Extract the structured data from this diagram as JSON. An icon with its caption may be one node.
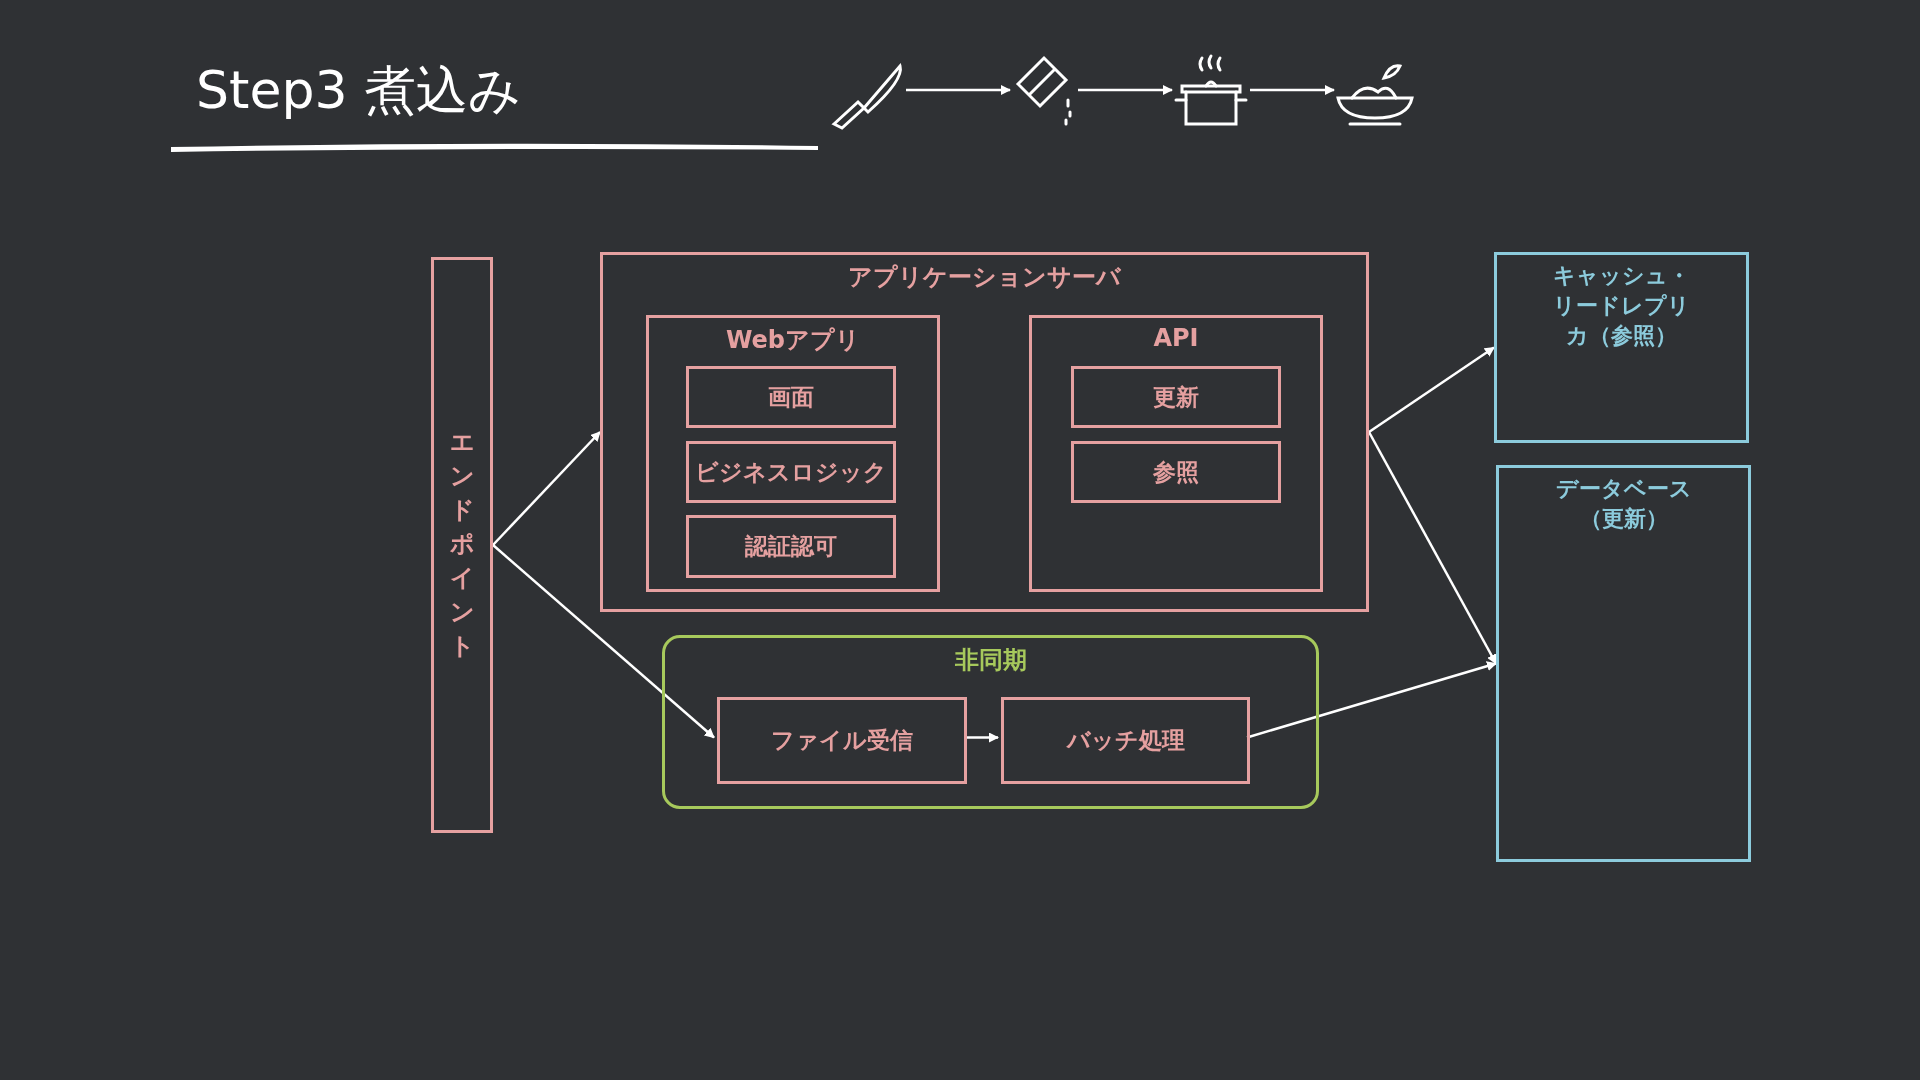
{
  "diagram": {
    "title": "Step3 煮込み",
    "nodes": [
      {
        "text": [],
        "shape": "picture"
      },
      {
        "text": [],
        "shape": "picture"
      },
      {
        "text": [],
        "shape": "picture"
      },
      {
        "text": [],
        "shape": "picture"
      },
      {
        "text": [
          "エンドポイント"
        ]
      },
      {
        "text": [
          "アプリケーションサーバ"
        ]
      },
      {
        "text": [
          "Webアプリ"
        ],
        "in": 5
      },
      {
        "text": [
          "画面"
        ],
        "in": 6
      },
      {
        "text": [
          "ビジネスロジック"
        ],
        "in": 6
      },
      {
        "text": [
          "認証認可"
        ],
        "in": 6
      },
      {
        "text": [
          "API"
        ],
        "in": 5
      },
      {
        "text": [
          "更新"
        ],
        "in": 10
      },
      {
        "text": [
          "参照"
        ],
        "in": 10
      },
      {
        "text": [
          "非同期"
        ]
      },
      {
        "text": [
          "ファイル受信"
        ],
        "in": 13
      },
      {
        "text": [
          "バッチ処理"
        ],
        "in": 13
      },
      {
        "text": [
          "キャッシュ・リードレプリカ（参照）"
        ]
      },
      {
        "text": [
          "データベース（更新）"
        ]
      }
    ],
    "edges": [
      {
        "from": 0,
        "to": 1,
        "arrow": "to"
      },
      {
        "from": 1,
        "to": 2,
        "arrow": "to"
      },
      {
        "from": 2,
        "to": 3,
        "arrow": "to"
      },
      {
        "from": 4,
        "to": 5,
        "arrow": "to"
      },
      {
        "from": 4,
        "to": 14,
        "arrow": "to"
      },
      {
        "from": 14,
        "to": 15,
        "arrow": "to"
      },
      {
        "from": 5,
        "to": 16,
        "arrow": "to"
      },
      {
        "from": 5,
        "to": 17,
        "arrow": "to"
      },
      {
        "from": 15,
        "to": 17,
        "arrow": "to"
      }
    ]
  }
}
